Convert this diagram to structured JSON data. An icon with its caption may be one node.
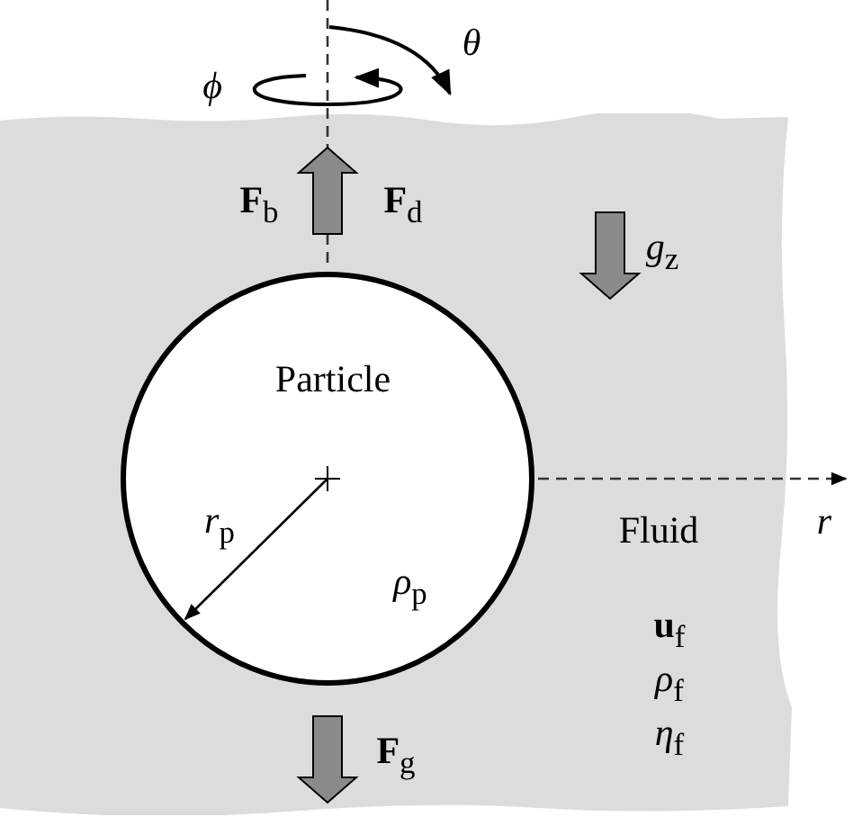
{
  "diagram": {
    "nodes": [
      {
        "text": [
          "Fluid"
        ]
      },
      {
        "text": [
          "Particle"
        ],
        "in": 0
      }
    ],
    "edges": [],
    "labels": [
      "θ",
      "ϕ",
      "**F**$_{b}$",
      "**F**$_{d}$",
      "*g*$_{z}$",
      "*r*$_{p}$",
      "*r*",
      "*ρ*$_{p}$",
      "**u**$_{f}$",
      "*ρ*$_{f}$",
      "*η*$_{f}$",
      "**F**$_{g}$"
    ]
  }
}
